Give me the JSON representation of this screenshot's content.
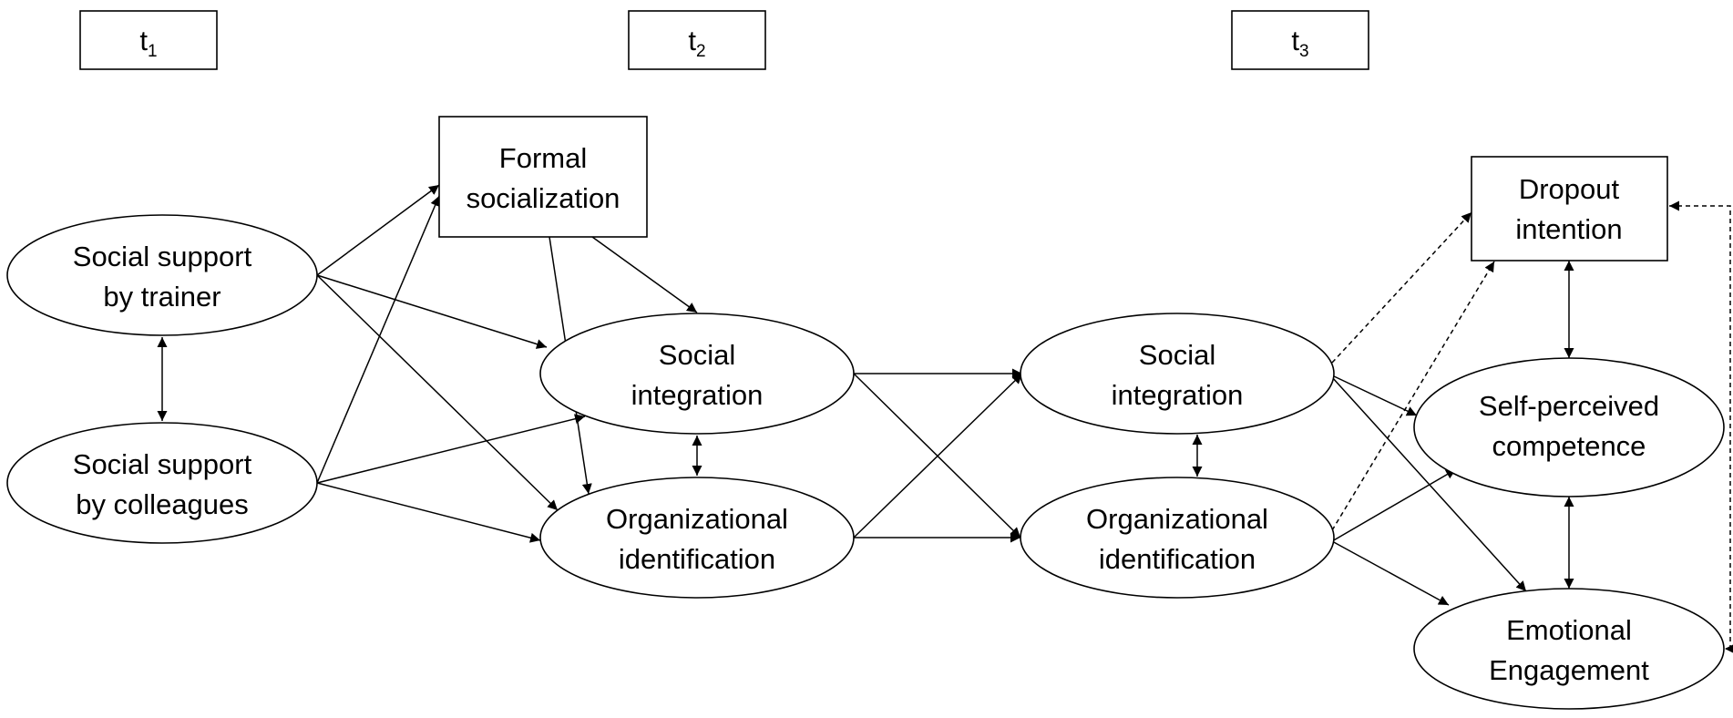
{
  "time_points": [
    {
      "id": "t1",
      "base": "t",
      "sub": "1"
    },
    {
      "id": "t2",
      "base": "t",
      "sub": "2"
    },
    {
      "id": "t3",
      "base": "t",
      "sub": "3"
    }
  ],
  "nodes": {
    "support_trainer": {
      "lines": [
        "Social support",
        "by trainer"
      ]
    },
    "support_colleagues": {
      "lines": [
        "Social support",
        "by colleagues"
      ]
    },
    "formal_socialization": {
      "lines": [
        "Formal",
        "socialization"
      ]
    },
    "social_integration_t2": {
      "lines": [
        "Social",
        "integration"
      ]
    },
    "org_identification_t2": {
      "lines": [
        "Organizational",
        "identification"
      ]
    },
    "social_integration_t3": {
      "lines": [
        "Social",
        "integration"
      ]
    },
    "org_identification_t3": {
      "lines": [
        "Organizational",
        "identification"
      ]
    },
    "dropout_intention": {
      "lines": [
        "Dropout",
        "intention"
      ]
    },
    "self_competence": {
      "lines": [
        "Self-perceived",
        "competence"
      ]
    },
    "emotional_engagement": {
      "lines": [
        "Emotional",
        "Engagement"
      ]
    }
  },
  "edges": [
    {
      "from": "support_trainer",
      "to": "formal_socialization",
      "style": "solid",
      "direction": "forward"
    },
    {
      "from": "support_trainer",
      "to": "social_integration_t2",
      "style": "solid",
      "direction": "forward"
    },
    {
      "from": "support_trainer",
      "to": "org_identification_t2",
      "style": "solid",
      "direction": "forward"
    },
    {
      "from": "support_colleagues",
      "to": "formal_socialization",
      "style": "solid",
      "direction": "forward"
    },
    {
      "from": "support_colleagues",
      "to": "social_integration_t2",
      "style": "solid",
      "direction": "forward"
    },
    {
      "from": "support_colleagues",
      "to": "org_identification_t2",
      "style": "solid",
      "direction": "forward"
    },
    {
      "from": "support_trainer",
      "to": "support_colleagues",
      "style": "solid",
      "direction": "both"
    },
    {
      "from": "formal_socialization",
      "to": "social_integration_t2",
      "style": "solid",
      "direction": "forward"
    },
    {
      "from": "formal_socialization",
      "to": "org_identification_t2",
      "style": "solid",
      "direction": "forward"
    },
    {
      "from": "social_integration_t2",
      "to": "org_identification_t2",
      "style": "solid",
      "direction": "both"
    },
    {
      "from": "social_integration_t2",
      "to": "social_integration_t3",
      "style": "solid",
      "direction": "forward"
    },
    {
      "from": "social_integration_t2",
      "to": "org_identification_t3",
      "style": "solid",
      "direction": "forward"
    },
    {
      "from": "org_identification_t2",
      "to": "social_integration_t3",
      "style": "solid",
      "direction": "forward"
    },
    {
      "from": "org_identification_t2",
      "to": "org_identification_t3",
      "style": "solid",
      "direction": "forward"
    },
    {
      "from": "social_integration_t3",
      "to": "org_identification_t3",
      "style": "solid",
      "direction": "both"
    },
    {
      "from": "social_integration_t3",
      "to": "dropout_intention",
      "style": "dashed",
      "direction": "forward"
    },
    {
      "from": "social_integration_t3",
      "to": "self_competence",
      "style": "solid",
      "direction": "forward"
    },
    {
      "from": "social_integration_t3",
      "to": "emotional_engagement",
      "style": "solid",
      "direction": "forward"
    },
    {
      "from": "org_identification_t3",
      "to": "dropout_intention",
      "style": "dashed",
      "direction": "forward"
    },
    {
      "from": "org_identification_t3",
      "to": "self_competence",
      "style": "solid",
      "direction": "forward"
    },
    {
      "from": "org_identification_t3",
      "to": "emotional_engagement",
      "style": "solid",
      "direction": "forward"
    },
    {
      "from": "dropout_intention",
      "to": "self_competence",
      "style": "solid",
      "direction": "both"
    },
    {
      "from": "self_competence",
      "to": "emotional_engagement",
      "style": "solid",
      "direction": "both"
    },
    {
      "from": "dropout_intention",
      "to": "emotional_engagement",
      "style": "dashed",
      "direction": "both"
    }
  ]
}
